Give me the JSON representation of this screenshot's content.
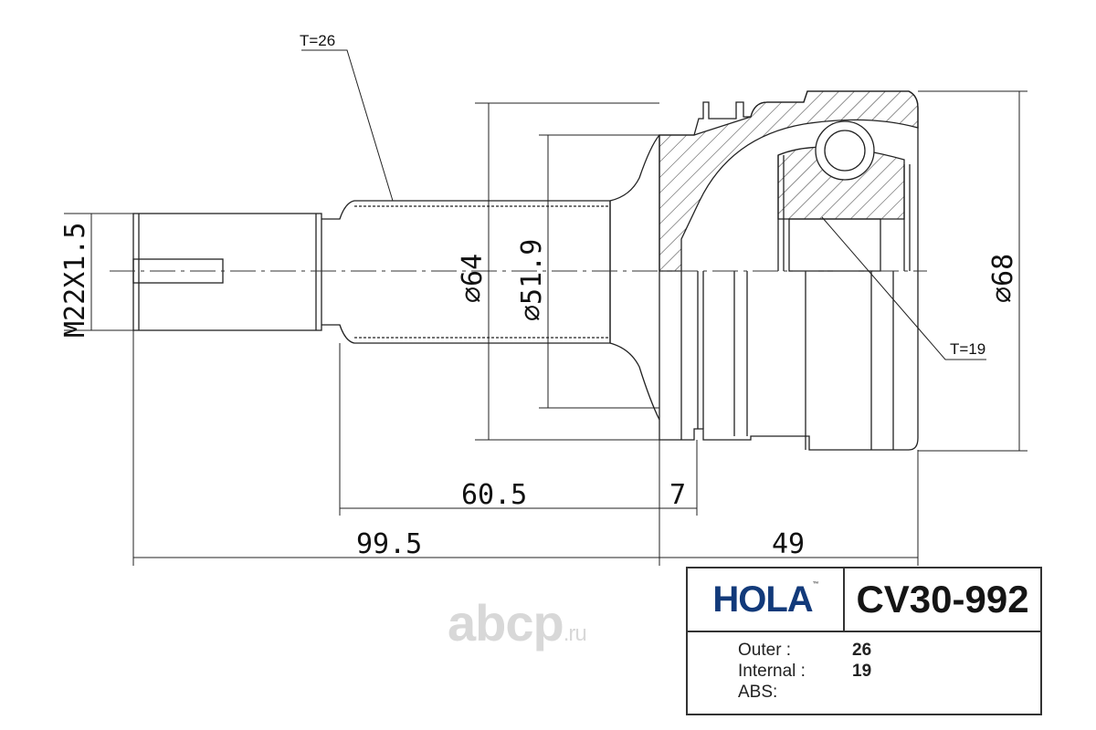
{
  "drawing": {
    "leaders": {
      "outer_thread": "T=26",
      "inner_spline": "T=19"
    },
    "diameters": {
      "thread": "M22X1.5",
      "shaft": "⌀64",
      "seal": "⌀51.9",
      "bell": "⌀68"
    },
    "lengths": {
      "spline": "60.5",
      "neck": "7",
      "shaft_total": "99.5",
      "bell_length": "49"
    }
  },
  "watermark": {
    "main": "abcp",
    "suffix": ".ru"
  },
  "info_table": {
    "brand": "HOLA",
    "trademark": "™",
    "part_number": "CV30-992",
    "rows": [
      {
        "label": "Outer :",
        "value": "26"
      },
      {
        "label": "Internal :",
        "value": "19"
      },
      {
        "label": "ABS:",
        "value": ""
      }
    ]
  },
  "colors": {
    "brand": "#123a7a",
    "line": "#222222"
  }
}
